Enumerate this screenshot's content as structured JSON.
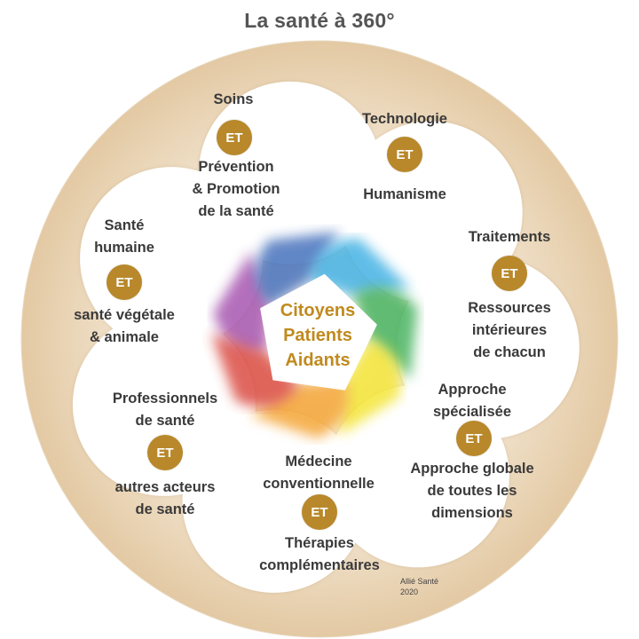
{
  "title": "La santé à 360°",
  "center": {
    "line1": "Citoyens",
    "line2": "Patients",
    "line3": "Aidants"
  },
  "connector": "ET",
  "petals": [
    {
      "top": [
        "Soins"
      ],
      "bottom": [
        "Prévention",
        "& Promotion",
        "de la santé"
      ]
    },
    {
      "top": [
        "Technologie"
      ],
      "bottom": [
        "Humanisme"
      ]
    },
    {
      "top": [
        "Traitements"
      ],
      "bottom": [
        "Ressources",
        "intérieures",
        "de chacun"
      ]
    },
    {
      "top": [
        "Approche",
        "spécialisée"
      ],
      "bottom": [
        "Approche globale",
        "de toutes les",
        "dimensions"
      ]
    },
    {
      "top": [
        "Médecine",
        "conventionnelle"
      ],
      "bottom": [
        "Thérapies",
        "complémentaires"
      ]
    },
    {
      "top": [
        "Professionnels",
        "de santé"
      ],
      "bottom": [
        "autres acteurs",
        "de santé"
      ]
    },
    {
      "top": [
        "Santé",
        "humaine"
      ],
      "bottom": [
        "santé végétale",
        "& animale"
      ]
    }
  ],
  "credit": {
    "line1": "Allié Santé",
    "line2": "2020"
  },
  "colors": {
    "ring": "#e8d4b8",
    "et_badge": "#b8882b",
    "center_text": "#c08a1e",
    "spectrum": [
      "#9b3fa6",
      "#2f5fb3",
      "#29a7e0",
      "#2ea84a",
      "#f2e21b",
      "#f39a1f",
      "#d6352b"
    ]
  }
}
